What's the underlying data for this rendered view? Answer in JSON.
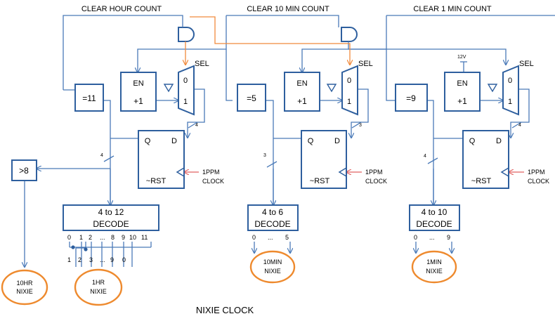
{
  "title": "NIXIE CLOCK",
  "headers": {
    "hour": "CLEAR HOUR COUNT",
    "ten_min": "CLEAR 10 MIN COUNT",
    "one_min": "CLEAR 1 MIN COUNT"
  },
  "common": {
    "en": "EN",
    "plus_one": "+1",
    "sel": "SEL",
    "mux_0": "0",
    "mux_1": "1",
    "q": "Q",
    "d": "D",
    "rst": "~RST",
    "clock_top": "1PPM",
    "clock_bottom": "CLOCK",
    "decode": "DECODE",
    "supply": "12V"
  },
  "hour": {
    "compare": "=11",
    "greater": ">8",
    "bus_q_width": "4",
    "bus_width": "4",
    "decoder": "4 to 12",
    "decoder_outputs": [
      "0",
      "1",
      "2",
      "...",
      "8",
      "9",
      "10",
      "11"
    ],
    "nixie_inputs": [
      "1",
      "2",
      "3",
      "...",
      "9",
      "0"
    ],
    "nixie_10hr": [
      "10HR",
      "NIXIE"
    ],
    "nixie_1hr": [
      "1HR",
      "NIXIE"
    ]
  },
  "ten_min": {
    "compare": "=5",
    "bus_q_width": "3",
    "bus_width": "3",
    "decoder": "4 to 6",
    "decoder_outputs": [
      "0",
      "...",
      "5"
    ],
    "nixie": [
      "10MIN",
      "NIXIE"
    ]
  },
  "one_min": {
    "compare": "=9",
    "bus_q_width": "4",
    "bus_width": "4",
    "decoder": "4 to 10",
    "decoder_outputs": [
      "0",
      "...",
      "9"
    ],
    "nixie": [
      "1MIN",
      "NIXIE"
    ]
  }
}
